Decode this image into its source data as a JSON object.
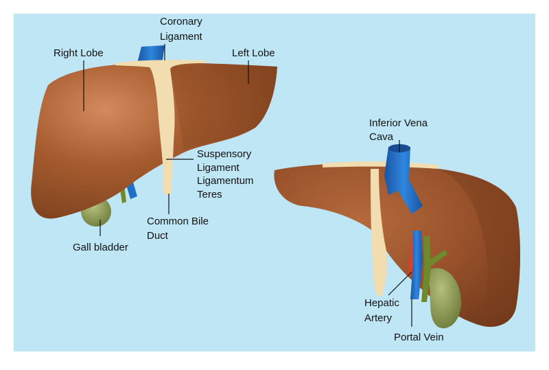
{
  "colors": {
    "background": "#bfe6f5",
    "liver": "#a35a2c",
    "liver_highlight": "#cf8256",
    "liver_shadow": "#7a3f1d",
    "ligament": "#f1ddb0",
    "vein": "#1f6fc6",
    "artery": "#d8412c",
    "gallbladder": "#8c9a55",
    "bile_duct": "#6f8a2c"
  },
  "labels": {
    "coronary_ligament": [
      "Coronary",
      "Ligament"
    ],
    "right_lobe": "Right Lobe",
    "left_lobe": "Left Lobe",
    "suspensory_ligament": [
      "Suspensory",
      "Ligament"
    ],
    "ligamentum_teres": [
      "Ligamentum",
      "Teres"
    ],
    "common_bile_duct": [
      "Common Bile",
      "Duct"
    ],
    "gall_bladder": "Gall bladder",
    "inferior_vena_cava": [
      "Inferior Vena",
      "Cava"
    ],
    "hepatic_artery": [
      "Hepatic",
      "Artery"
    ],
    "portal_vein": "Portal Vein"
  }
}
